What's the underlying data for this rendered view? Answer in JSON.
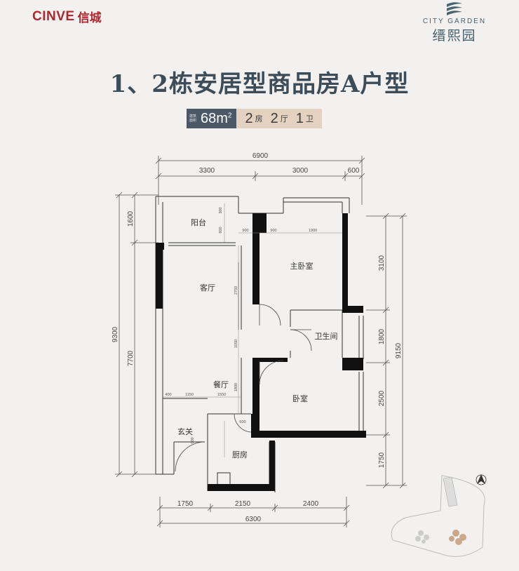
{
  "brand": {
    "developer_latin": "CINVE",
    "developer_cn": "信城",
    "project_en": "CITY GARDEN",
    "project_cn": "缙熙园"
  },
  "title": "1、2栋安居型商品房A户型",
  "spec": {
    "area_label": "建筑面积",
    "area_value": "68m",
    "area_sup": "2",
    "bedrooms": "2",
    "bedrooms_unit": "房",
    "livingrooms": "2",
    "livingrooms_unit": "厅",
    "bathrooms": "1",
    "bathrooms_unit": "卫"
  },
  "rooms": {
    "balcony": "阳台",
    "living": "客厅",
    "master": "主卧室",
    "bath": "卫生间",
    "dining": "餐厅",
    "bedroom": "卧室",
    "entry": "玄关",
    "kitchen": "厨房"
  },
  "dimensions": {
    "top_total": "6900",
    "top_left": "3300",
    "top_mid": "3000",
    "top_right": "600",
    "bottom_total": "6300",
    "bottom_left": "1750",
    "bottom_mid": "2150",
    "bottom_right": "2400",
    "left_total": "9300",
    "left_top": "1600",
    "left_bottom": "7700",
    "right_total": "9150",
    "right_1": "3100",
    "right_2": "1800",
    "right_3": "2500",
    "right_4": "1750",
    "inner_900a": "900",
    "inner_900b": "900",
    "inner_1900": "1900",
    "inner_600": "600",
    "inner_800": "800",
    "inner_2750": "2750",
    "inner_1050": "1050",
    "inner_1800": "1800",
    "inner_400": "400",
    "inner_1150": "1150",
    "inner_1550": "1550",
    "inner_900c": "900",
    "inner_300": "300"
  },
  "north": "N"
}
